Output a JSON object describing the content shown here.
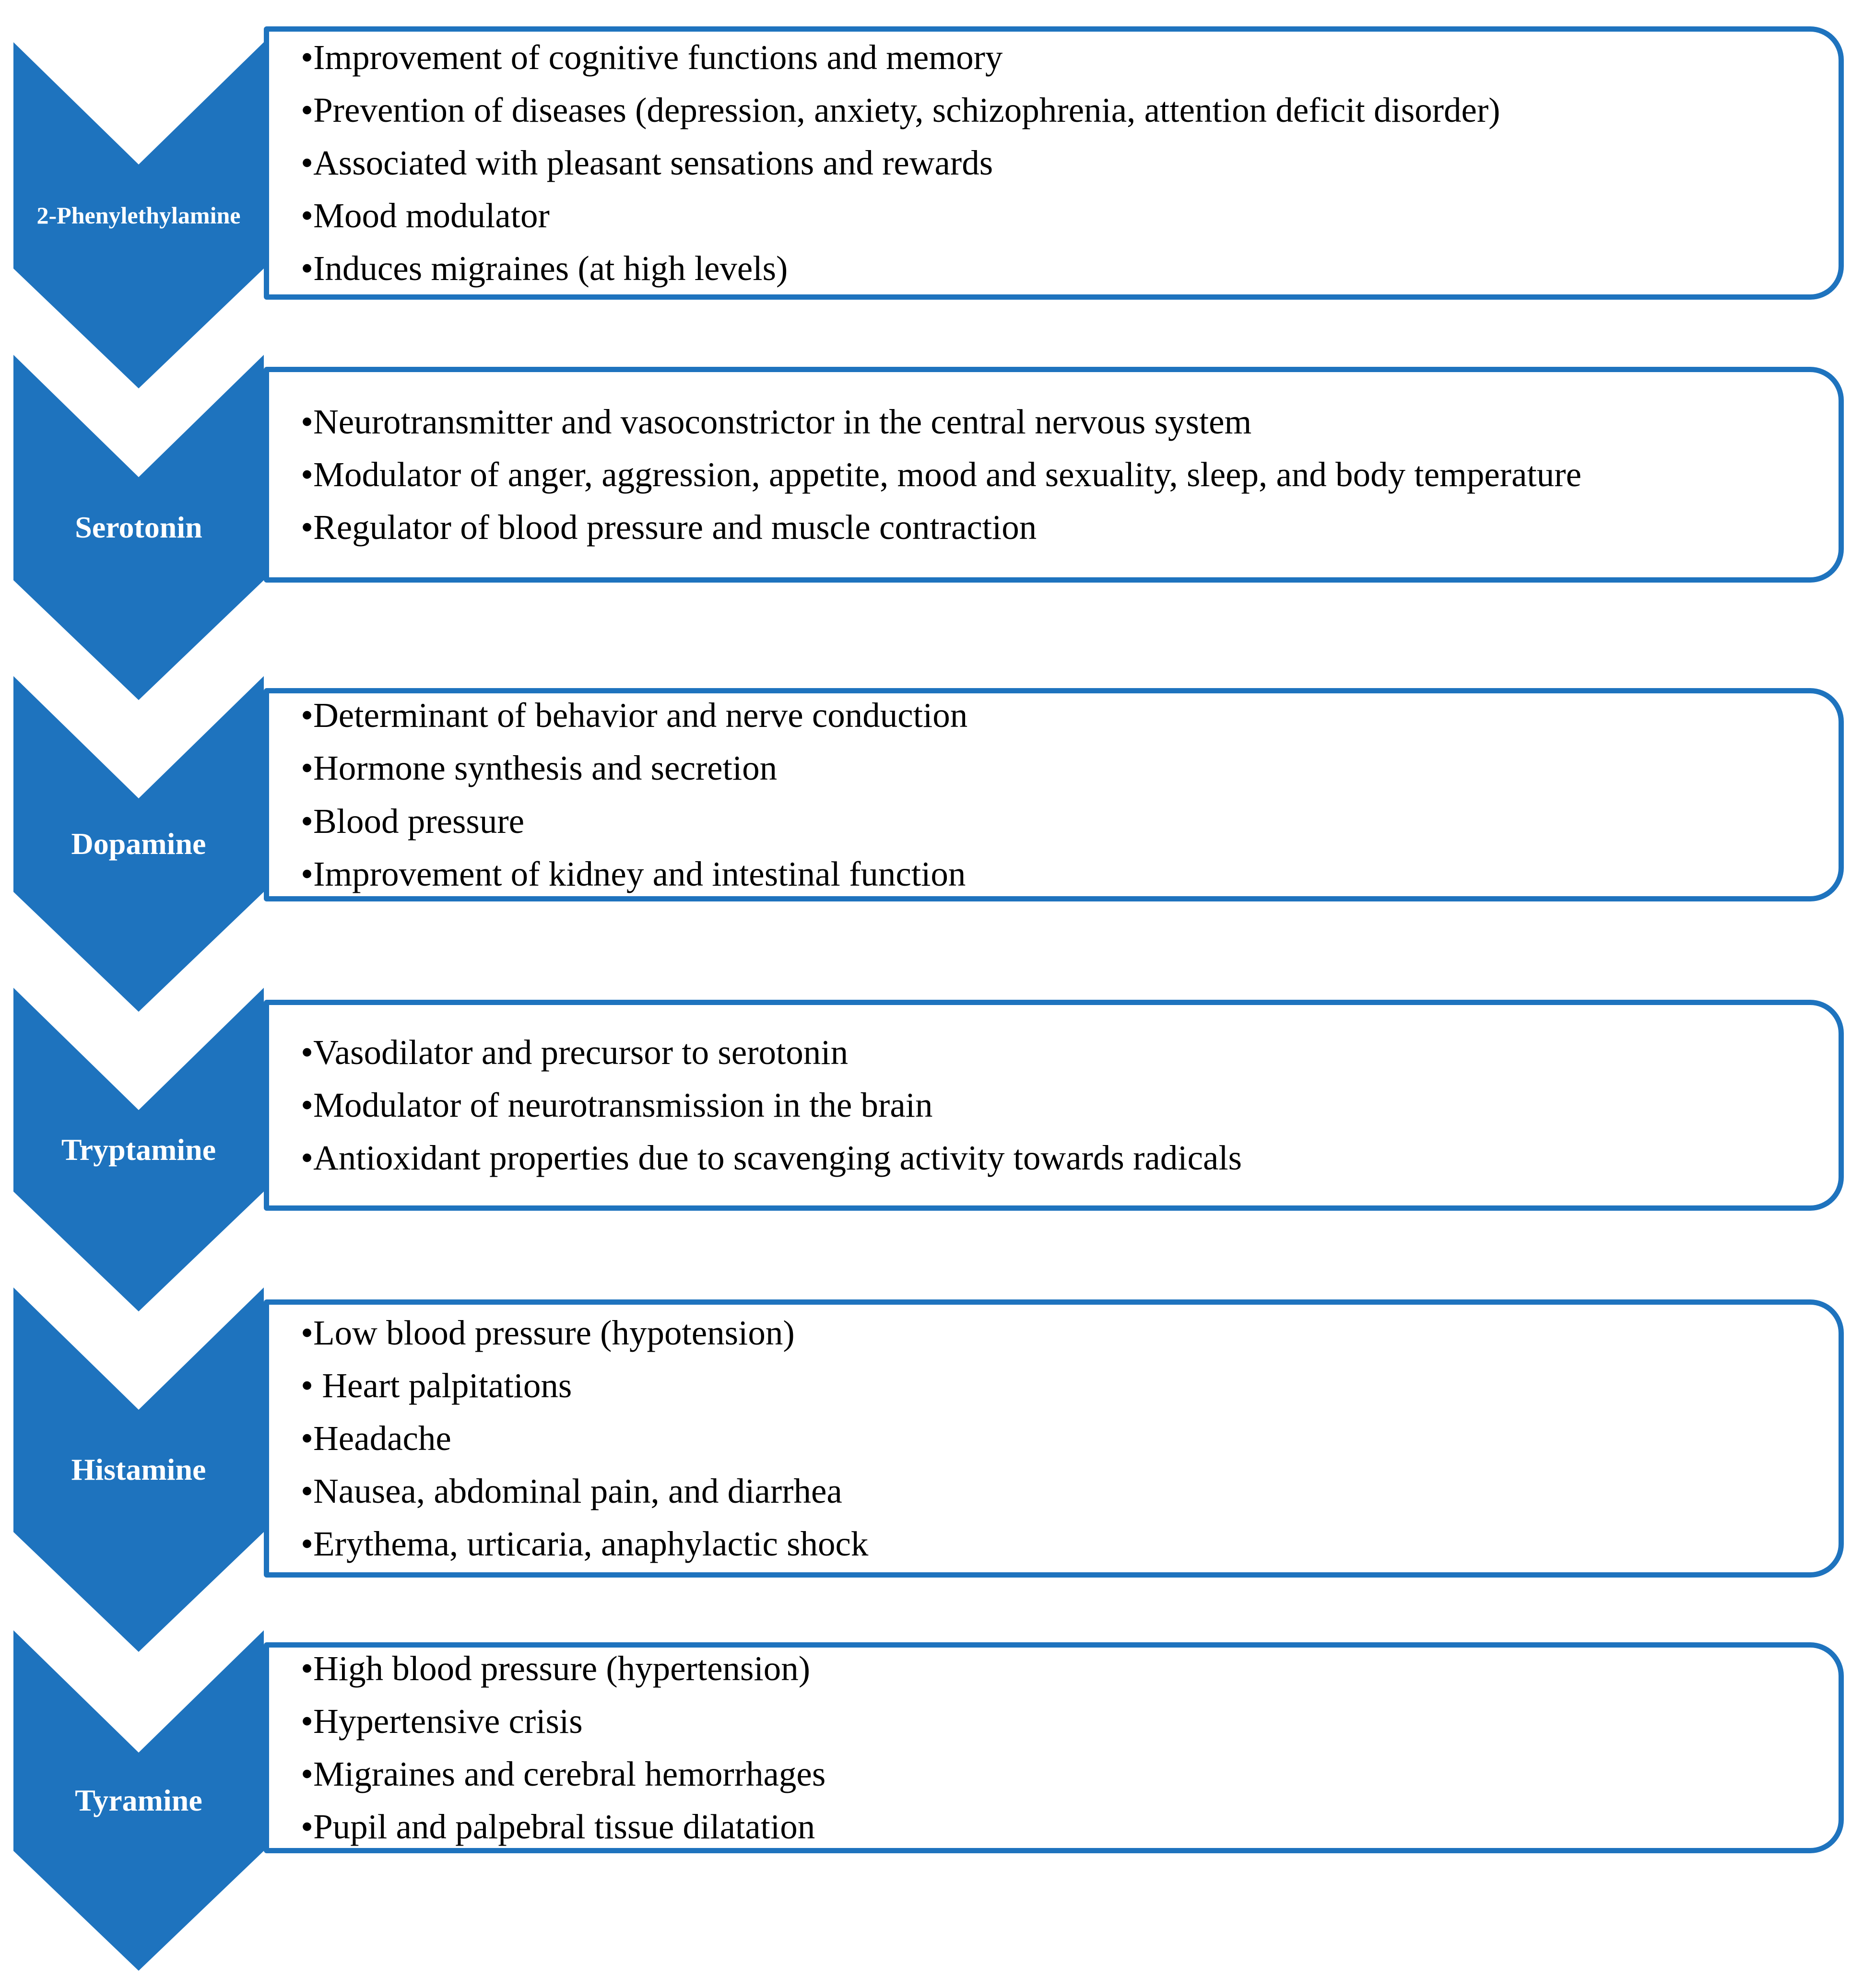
{
  "diagram": {
    "accent_color": "#1E73BE",
    "text_color": "#000000",
    "label_color": "#FFFFFF",
    "sections": [
      {
        "label": "2-Phenylethylamine",
        "bullets": [
          "Improvement of cognitive functions and memory",
          "Prevention of diseases (depression, anxiety, schizophrenia, attention deficit disorder)",
          "Associated with pleasant sensations and rewards",
          "Mood modulator",
          "Induces migraines (at high levels)"
        ]
      },
      {
        "label": "Serotonin",
        "bullets": [
          "Neurotransmitter and vasoconstrictor in the central nervous system",
          "Modulator of anger, aggression, appetite, mood and sexuality, sleep, and body temperature",
          "Regulator of blood pressure and muscle contraction"
        ]
      },
      {
        "label": "Dopamine",
        "bullets": [
          "Determinant of behavior and nerve conduction",
          "Hormone synthesis and secretion",
          "Blood pressure",
          "Improvement of kidney and intestinal function"
        ]
      },
      {
        "label": "Tryptamine",
        "bullets": [
          "Vasodilator and precursor to serotonin",
          "Modulator of neurotransmission in the brain",
          "Antioxidant properties due to scavenging activity towards radicals"
        ]
      },
      {
        "label": "Histamine",
        "bullets": [
          "Low blood pressure (hypotension)",
          " Heart palpitations",
          "Headache",
          "Nausea, abdominal pain, and diarrhea",
          "Erythema, urticaria, anaphylactic shock"
        ]
      },
      {
        "label": "Tyramine",
        "bullets": [
          "High blood pressure (hypertension)",
          "Hypertensive crisis",
          "Migraines and cerebral hemorrhages",
          "Pupil and palpebral tissue dilatation"
        ]
      }
    ]
  }
}
